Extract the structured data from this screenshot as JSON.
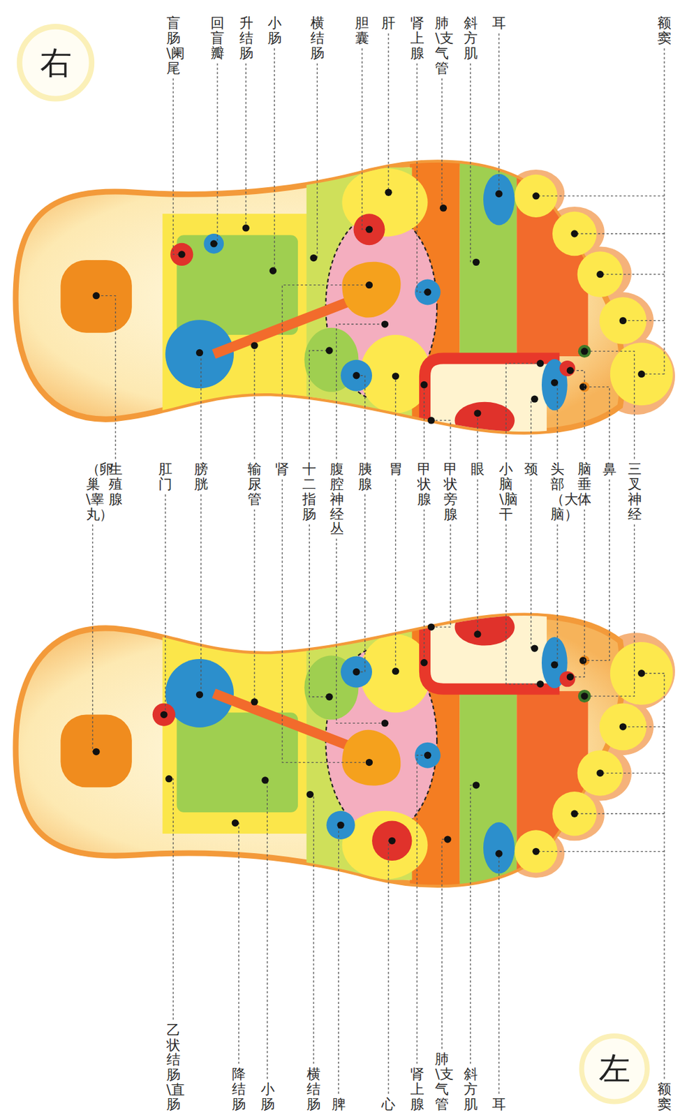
{
  "diagram": {
    "nodes": [
      {
        "text": [
          "右"
        ]
      },
      {
        "text": [
          "左"
        ]
      }
    ],
    "labels": [
      "额窦",
      "耳",
      "斜方肌",
      "肺\\支气管",
      "肾上腺",
      "肝",
      "胆囊",
      "横结肠",
      "小肠",
      "升结肠",
      "回盲瓣",
      "盲肠\\阑尾",
      "三叉神经",
      "鼻",
      "脑垂体",
      "头部（大脑）",
      "颈",
      "小脑\\脑干",
      "眼",
      "甲状旁腺",
      "甲状腺",
      "胃",
      "胰腺",
      "腹腔神经丛",
      "十二指肠",
      "肾",
      "输尿管",
      "膀胱",
      "肛门",
      "生殖腺",
      "（卵巢\\睾丸）",
      "额窦",
      "耳",
      "斜方肌",
      "肺\\支气管",
      "肾上腺",
      "心",
      "脾",
      "横结肠",
      "小肠",
      "降结肠",
      "乙状结肠\\直肠"
    ]
  }
}
